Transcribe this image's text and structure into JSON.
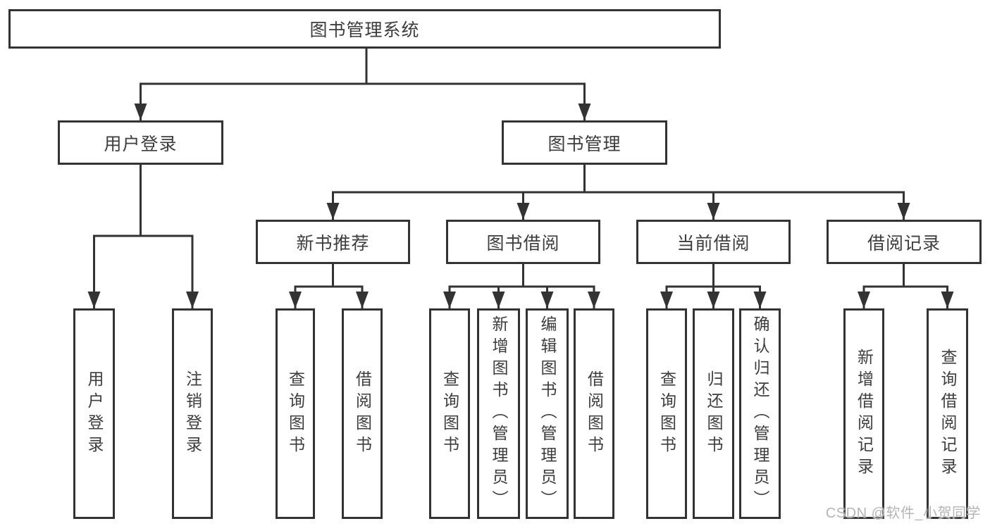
{
  "colors": {
    "line": "#333333",
    "box_border": "#333333",
    "text": "#3d3d3d",
    "background": "#ffffff",
    "watermark": "#b5b5b5"
  },
  "watermark": {
    "text": "CSDN @软件_小贺同学"
  },
  "diagram": {
    "type": "hierarchy-tree",
    "root": {
      "label": "图书管理系统"
    },
    "level2": [
      {
        "label": "用户登录"
      },
      {
        "label": "图书管理"
      }
    ],
    "level3": [
      {
        "label": "新书推荐",
        "parent": "图书管理"
      },
      {
        "label": "图书借阅",
        "parent": "图书管理"
      },
      {
        "label": "当前借阅",
        "parent": "图书管理"
      },
      {
        "label": "借阅记录",
        "parent": "图书管理"
      }
    ],
    "leaves": [
      {
        "label": "用户登录",
        "parent": "用户登录"
      },
      {
        "label": "注销登录",
        "parent": "用户登录"
      },
      {
        "label": "查询图书",
        "parent": "新书推荐"
      },
      {
        "label": "借阅图书",
        "parent": "新书推荐"
      },
      {
        "label": "查询图书",
        "parent": "图书借阅"
      },
      {
        "label": "新增图书（管理员）",
        "parent": "图书借阅"
      },
      {
        "label": "编辑图书（管理员）",
        "parent": "图书借阅"
      },
      {
        "label": "借阅图书",
        "parent": "图书借阅"
      },
      {
        "label": "查询图书",
        "parent": "当前借阅"
      },
      {
        "label": "归还图书",
        "parent": "当前借阅"
      },
      {
        "label": "确认归还（管理员）",
        "parent": "当前借阅"
      },
      {
        "label": "新增借阅记录",
        "parent": "借阅记录"
      },
      {
        "label": "查询借阅记录",
        "parent": "借阅记录"
      }
    ]
  }
}
